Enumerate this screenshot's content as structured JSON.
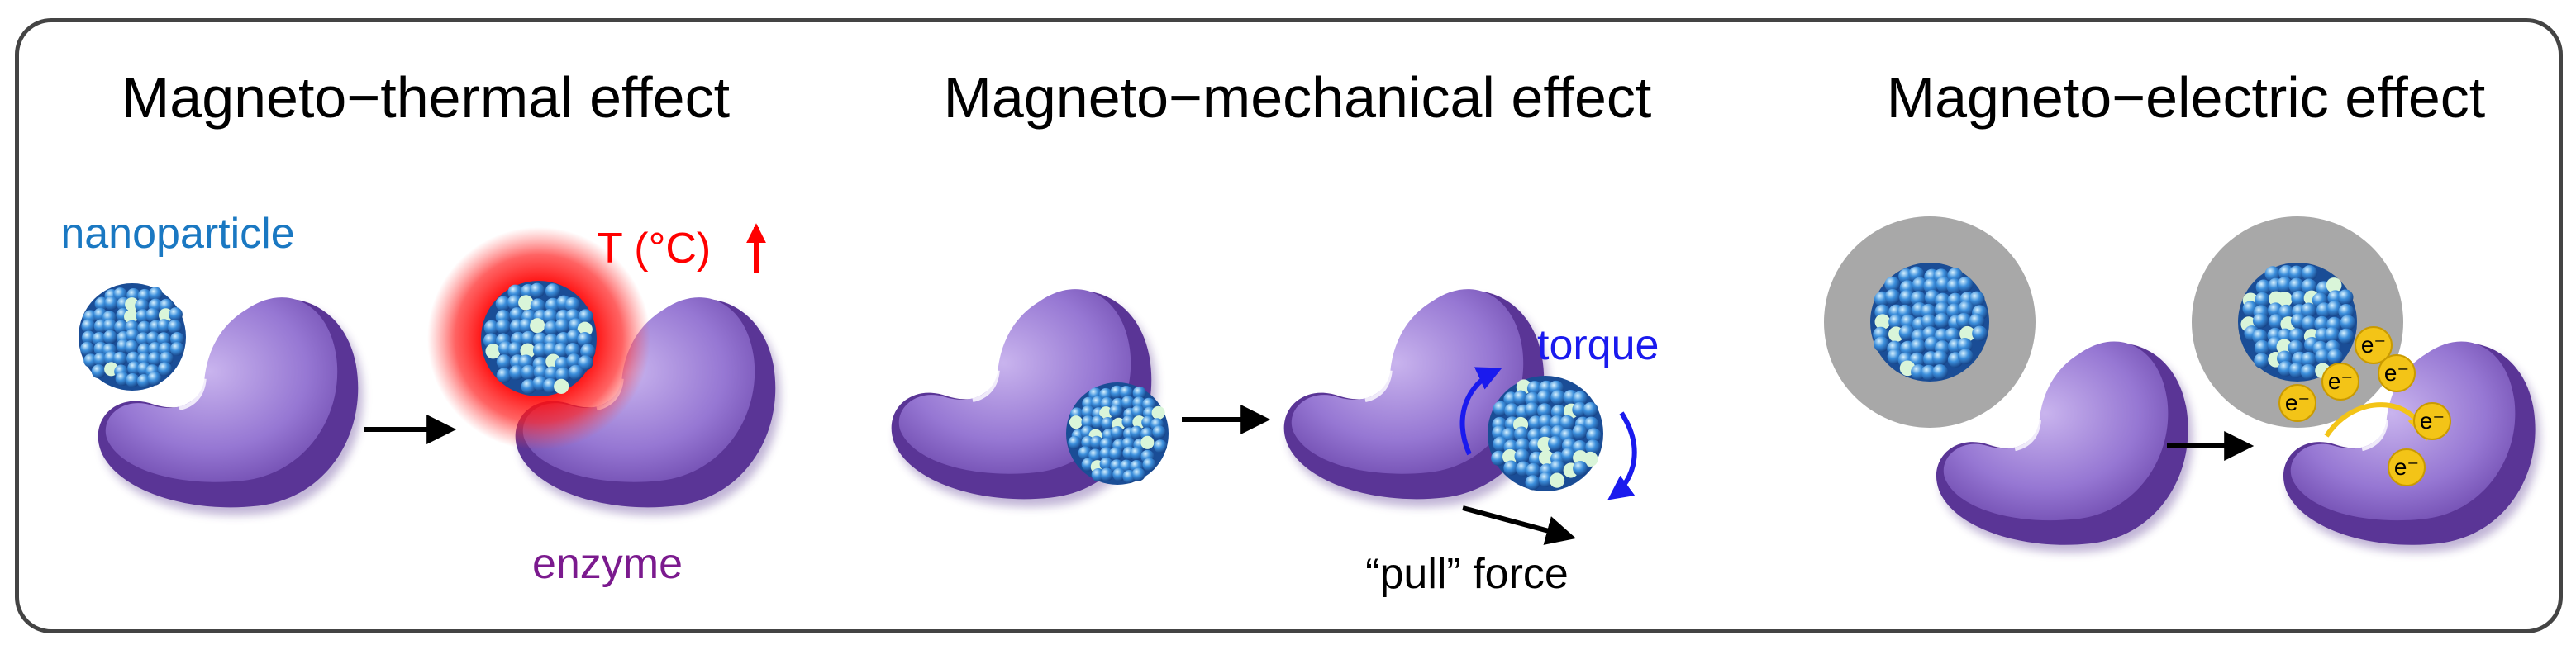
{
  "panels": [
    {
      "title": "Magneto−thermal effect",
      "labels": {
        "nanoparticle": "nanoparticle",
        "temp": "T (°C)",
        "enzyme": "enzyme"
      }
    },
    {
      "title": "Magneto−mechanical effect",
      "labels": {
        "torque": "torque",
        "force": "“pull” force"
      }
    },
    {
      "title": "Magneto−electric effect",
      "labels": {
        "electron": "e⁻"
      }
    }
  ],
  "colors": {
    "frame": "#444444",
    "nanoparticle_label": "#1a78c2",
    "heat": "#ff0000",
    "enzyme_label": "#7b1a8e",
    "torque": "#1a1aee",
    "enzyme_body": "#8a64c8",
    "enzyme_rim": "#4d2a8a",
    "shell": "#a8a8a8",
    "electron": "#f3c417",
    "arrow": "#000000"
  }
}
